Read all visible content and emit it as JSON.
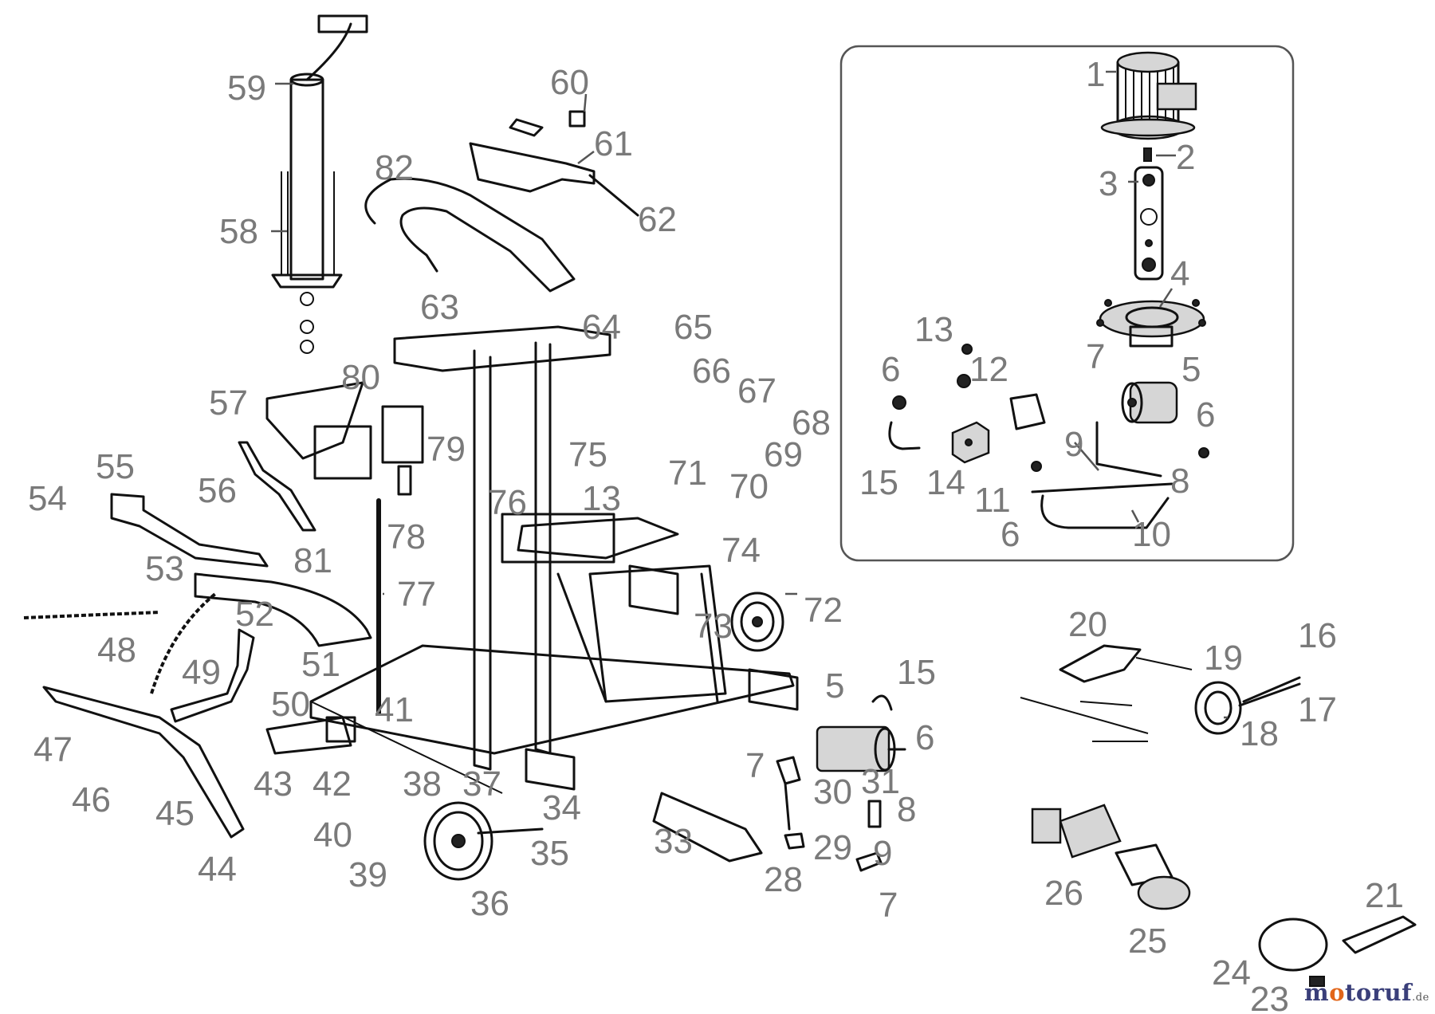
{
  "diagram": {
    "part_numbers": [
      "1",
      "2",
      "3",
      "4",
      "5",
      "6",
      "7",
      "8",
      "9",
      "10",
      "11",
      "12",
      "13",
      "14",
      "15",
      "16",
      "17",
      "18",
      "19",
      "20",
      "21",
      "23",
      "24",
      "25",
      "26",
      "28",
      "29",
      "30",
      "31",
      "33",
      "34",
      "35",
      "36",
      "37",
      "38",
      "39",
      "40",
      "41",
      "42",
      "43",
      "44",
      "45",
      "46",
      "47",
      "48",
      "49",
      "50",
      "51",
      "52",
      "53",
      "54",
      "55",
      "56",
      "57",
      "58",
      "59",
      "60",
      "61",
      "62",
      "63",
      "64",
      "65",
      "66",
      "67",
      "68",
      "69",
      "70",
      "71",
      "72",
      "73",
      "74",
      "75",
      "76",
      "77",
      "78",
      "79",
      "80",
      "81",
      "82"
    ],
    "inset_labels": [
      "1",
      "2",
      "3",
      "4",
      "7",
      "5",
      "6",
      "13",
      "12",
      "6",
      "9",
      "8",
      "15",
      "14",
      "11",
      "6",
      "10"
    ],
    "main_labels": [
      "59",
      "58",
      "60",
      "61",
      "82",
      "62",
      "63",
      "64",
      "65",
      "66",
      "67",
      "68",
      "69",
      "70",
      "71",
      "75",
      "13",
      "57",
      "80",
      "79",
      "56",
      "55",
      "54",
      "53",
      "81",
      "78",
      "76",
      "77",
      "74",
      "52",
      "48",
      "72",
      "73",
      "51",
      "49",
      "50",
      "47",
      "46",
      "41",
      "43",
      "42",
      "38",
      "37",
      "45",
      "44",
      "40",
      "39",
      "34",
      "35",
      "36",
      "33",
      "5",
      "15",
      "6",
      "7",
      "30",
      "31",
      "8",
      "9",
      "29",
      "28",
      "20",
      "19",
      "16",
      "17",
      "18",
      "26",
      "25",
      "21",
      "24",
      "23"
    ],
    "colors": {
      "label": "#7a7a7a",
      "line": "#111111",
      "inset_border": "#555555"
    }
  },
  "watermark": {
    "brand_prefix": "m",
    "brand_o": "o",
    "brand_rest": "toruf",
    "tld": ".de"
  }
}
